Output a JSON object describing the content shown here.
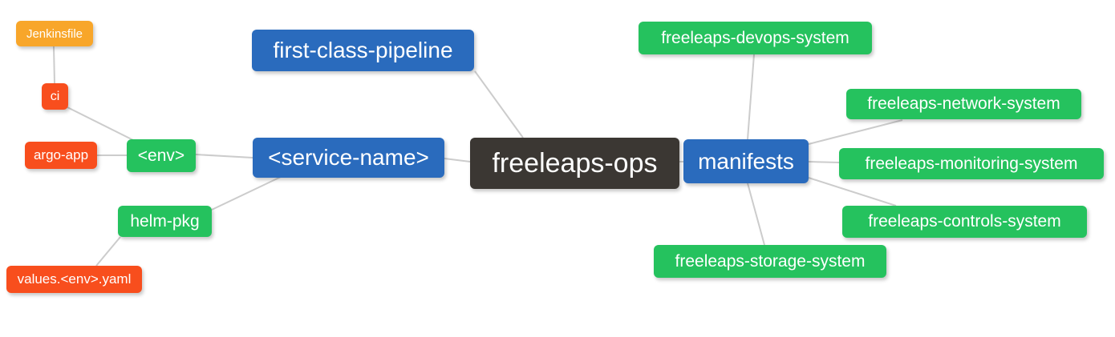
{
  "diagram": {
    "type": "mindmap",
    "background": "#ffffff",
    "edge_color": "#cccccc",
    "colors": {
      "blue": "#2a6bbd",
      "green": "#25c25e",
      "red": "#f84e1d",
      "orange": "#f8a62a",
      "dark": "#3b3733"
    },
    "nodes": {
      "jenkinsfile": "Jenkinsfile",
      "ci": "ci",
      "argo_app": "argo-app",
      "env": "<env>",
      "helm_pkg": "helm-pkg",
      "values_env_yaml": "values.<env>.yaml",
      "first_class_pipeline": "first-class-pipeline",
      "service_name": "<service-name>",
      "freeleaps_ops": "freeleaps-ops",
      "manifests": "manifests",
      "devops_system": "freeleaps-devops-system",
      "network_system": "freeleaps-network-system",
      "monitoring_system": "freeleaps-monitoring-system",
      "controls_system": "freeleaps-controls-system",
      "storage_system": "freeleaps-storage-system"
    },
    "edges": [
      {
        "from": "jenkinsfile",
        "to": "ci"
      },
      {
        "from": "ci",
        "to": "env"
      },
      {
        "from": "argo_app",
        "to": "env"
      },
      {
        "from": "env",
        "to": "service_name"
      },
      {
        "from": "helm_pkg",
        "to": "service_name"
      },
      {
        "from": "values_env_yaml",
        "to": "helm_pkg"
      },
      {
        "from": "first_class_pipeline",
        "to": "freeleaps_ops"
      },
      {
        "from": "service_name",
        "to": "freeleaps_ops"
      },
      {
        "from": "freeleaps_ops",
        "to": "manifests"
      },
      {
        "from": "manifests",
        "to": "devops_system"
      },
      {
        "from": "manifests",
        "to": "network_system"
      },
      {
        "from": "manifests",
        "to": "monitoring_system"
      },
      {
        "from": "manifests",
        "to": "controls_system"
      },
      {
        "from": "manifests",
        "to": "storage_system"
      }
    ]
  }
}
